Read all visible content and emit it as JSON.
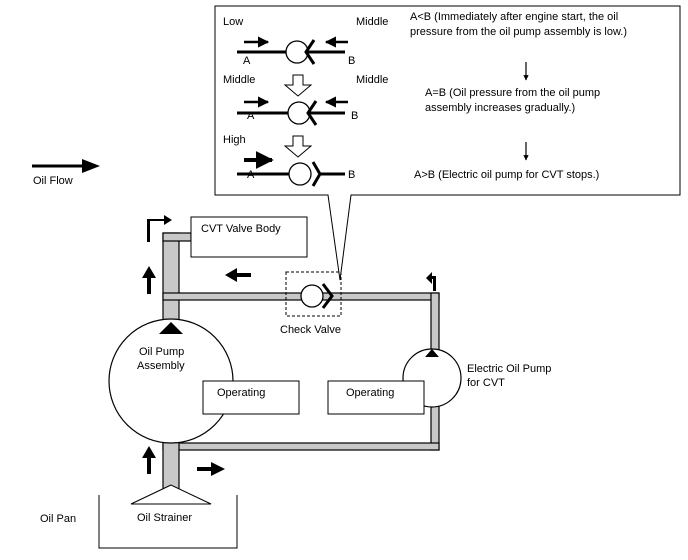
{
  "legend": {
    "oil_flow": "Oil Flow"
  },
  "callout": {
    "rows": [
      {
        "left": "Low",
        "right": "Middle",
        "port_a": "A",
        "port_b": "B",
        "lines": [
          "A<B (Immediately after engine start, the oil",
          "pressure from the oil pump assembly is low.)"
        ]
      },
      {
        "left": "Middle",
        "right": "Middle",
        "port_a": "A",
        "port_b": "B",
        "lines": [
          "A=B (Oil pressure from the oil pump",
          "assembly increases gradually.)"
        ]
      },
      {
        "left": "High",
        "right": "",
        "port_a": "A",
        "port_b": "B",
        "lines": [
          "A>B (Electric oil pump for CVT stops.)"
        ]
      }
    ]
  },
  "components": {
    "cvt_valve_body": "CVT Valve Body",
    "check_valve": "Check Valve",
    "oil_pump_lines": [
      "Oil Pump",
      "Assembly"
    ],
    "oil_pump_status": "Operating",
    "electric_pump_lines": [
      "Electric Oil Pump",
      "for CVT"
    ],
    "electric_pump_status": "Operating",
    "oil_strainer": "Oil Strainer",
    "oil_pan": "Oil Pan"
  },
  "colors": {
    "pipe_fill": "#c8c8c8",
    "line": "#000000",
    "background": "#ffffff"
  }
}
